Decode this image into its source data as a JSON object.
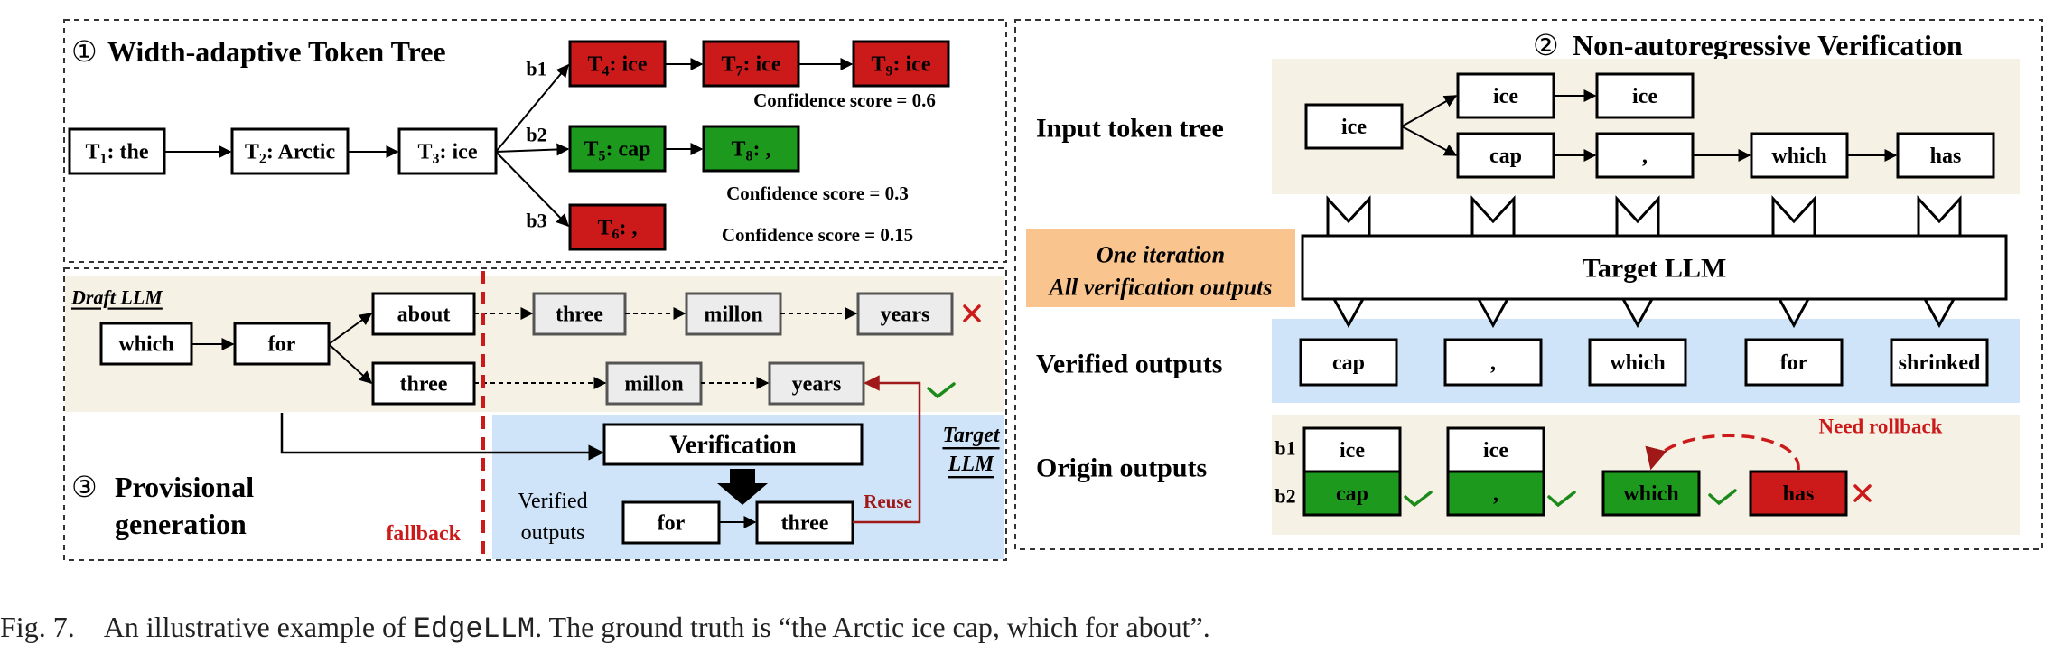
{
  "colors": {
    "red": "#cc1a1a",
    "green": "#1d9a1d",
    "beige": "#f6f1e5",
    "light_blue": "#cfe4f8",
    "orange": "#f9c48e",
    "gray_box": "#ececec",
    "dark_red": "#a01818",
    "check_green": "#1b8a1b"
  },
  "panel1": {
    "title_num": "①",
    "title": "Width-adaptive Token Tree",
    "nodes": {
      "t1": {
        "pre": "T",
        "sub": "1",
        "post": ": the"
      },
      "t2": {
        "pre": "T",
        "sub": "2",
        "post": ": Arctic"
      },
      "t3": {
        "pre": "T",
        "sub": "3",
        "post": ": ice"
      },
      "t4": {
        "pre": "T",
        "sub": "4",
        "post": ": ice"
      },
      "t5": {
        "pre": "T",
        "sub": "5",
        "post": ": cap"
      },
      "t6": {
        "pre": "T",
        "sub": "6",
        "post": ": ,"
      },
      "t7": {
        "pre": "T",
        "sub": "7",
        "post": ": ice"
      },
      "t8": {
        "pre": "T",
        "sub": "8",
        "post": ": ,"
      },
      "t9": {
        "pre": "T",
        "sub": "9",
        "post": ": ice"
      }
    },
    "branches": [
      "b1",
      "b2",
      "b3"
    ],
    "confidences": [
      "Confidence score = 0.6",
      "Confidence score = 0.3",
      "Confidence score = 0.15"
    ]
  },
  "panel2": {
    "title_num": "②",
    "title": "Non-autoregressive Verification",
    "input_label": "Input token tree",
    "input_tree": {
      "root": "ice",
      "top": [
        "ice",
        "ice"
      ],
      "bottom": [
        "cap",
        ",",
        "which",
        "has"
      ]
    },
    "iteration_text": [
      "One iteration",
      "All verification outputs"
    ],
    "target_llm": "Target LLM",
    "verified_label": "Verified outputs",
    "verified": [
      "cap",
      ",",
      "which",
      "for",
      "shrinked"
    ],
    "origin_label": "Origin outputs",
    "origin_rows": [
      "b1",
      "b2"
    ],
    "origin_b1": [
      "ice",
      "ice"
    ],
    "origin_b2": [
      "cap",
      ",",
      "which",
      "has"
    ],
    "rollback": "Need rollback"
  },
  "panel3": {
    "draft_llm": "Draft LLM",
    "tokens": {
      "which": "which",
      "for": "for",
      "about": "about",
      "three": "three"
    },
    "top_chain": [
      "three",
      "millon",
      "years"
    ],
    "bottom_chain": [
      "millon",
      "years"
    ],
    "verification": "Verification",
    "verified_label": [
      "Verified",
      "outputs"
    ],
    "verified_tokens": [
      "for",
      "three"
    ],
    "reuse": "Reuse",
    "target_llm": [
      "Target",
      "LLM"
    ],
    "title_num": "③",
    "title_lines": [
      "Provisional",
      "generation"
    ],
    "fallback": "fallback"
  },
  "caption": {
    "prefix": "Fig. 7.",
    "text_before": "An illustrative example of ",
    "code": "EdgeLLM",
    "text_after": ". The ground truth is “the Arctic ice cap, which for about”."
  }
}
